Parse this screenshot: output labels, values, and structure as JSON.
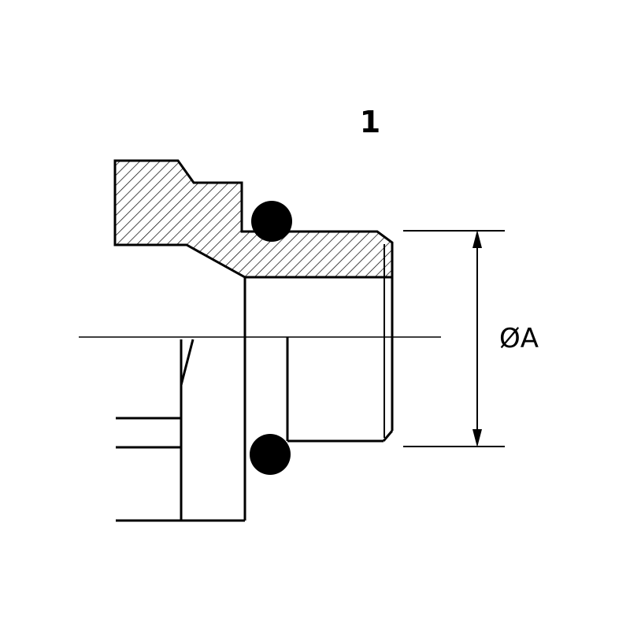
{
  "figure": {
    "number_label": "1",
    "dimension_label": "ØA"
  },
  "colors": {
    "background": "#ffffff",
    "line": "#000000",
    "o_ring_fill": "#000000"
  },
  "parts": {
    "body_section": "hatched fitting body cross-section",
    "o_ring_upper": "upper o-ring cross-section",
    "o_ring_lower": "lower o-ring cross-section",
    "male_stud": "male stud thread profile",
    "centerline": "horizontal centerline",
    "dimension": "vertical diameter dimension arrow"
  }
}
